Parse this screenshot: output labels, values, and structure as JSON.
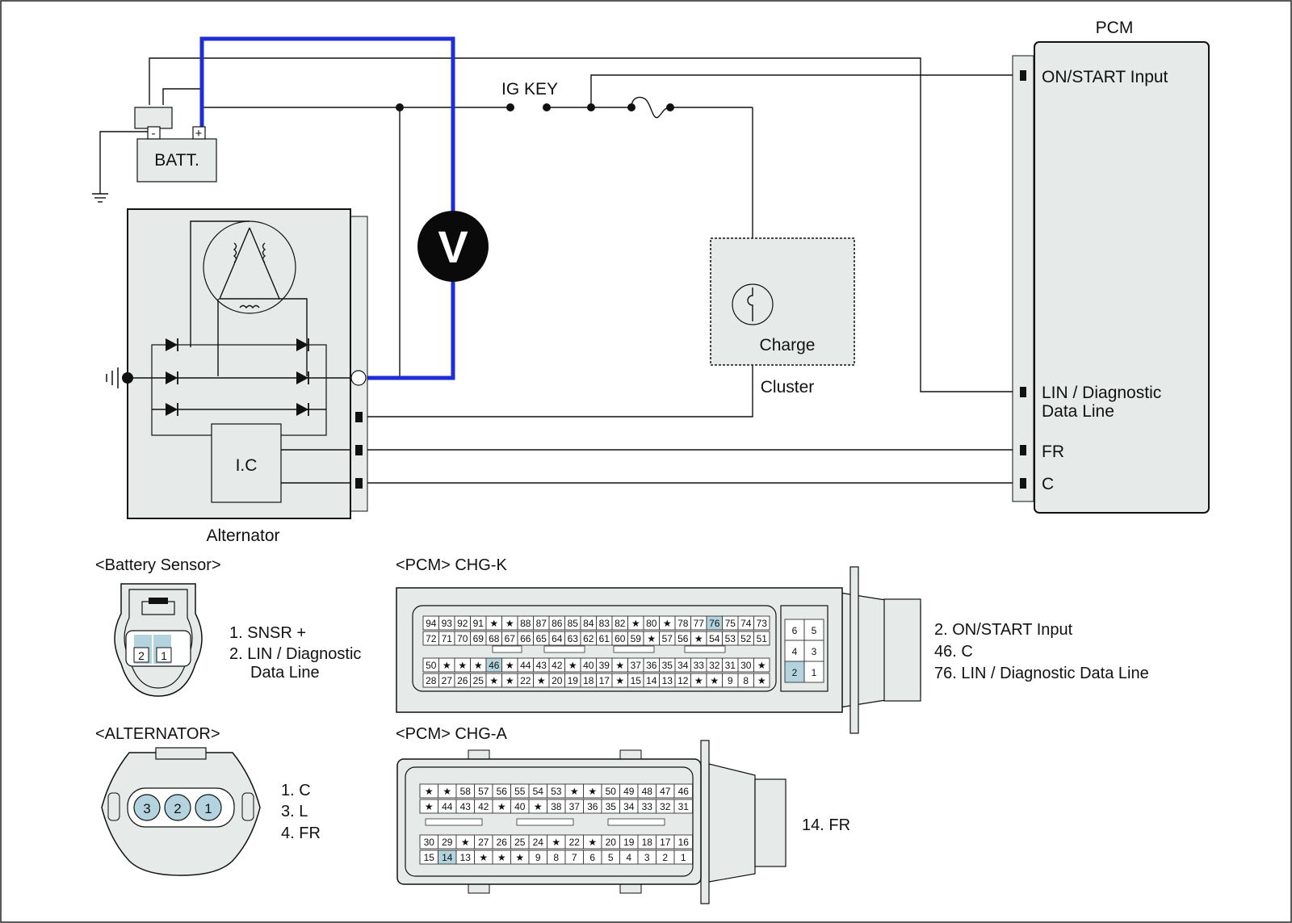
{
  "labels": {
    "pcm": "PCM",
    "batt": "BATT.",
    "batt_minus": "-",
    "batt_plus": "+",
    "ig_key": "IG KEY",
    "voltmeter": "V",
    "on_start": "ON/START Input",
    "lin_1": "LIN / Diagnostic",
    "lin_2": "Data Line",
    "fr": "FR",
    "c": "C",
    "ic": "I.C",
    "alternator": "Alternator",
    "charge": "Charge",
    "cluster": "Cluster"
  },
  "connectors": {
    "battery_sensor": {
      "title": "<Battery Sensor>",
      "pins": [
        "2",
        "1"
      ],
      "legend": [
        "1. SNSR +",
        "2. LIN / Diagnostic",
        "Data Line"
      ]
    },
    "alternator": {
      "title": "<ALTERNATOR>",
      "pins": [
        "3",
        "2",
        "1"
      ],
      "legend": [
        "1. C",
        "3. L",
        "4. FR"
      ]
    },
    "pcm_chg_k": {
      "title": "<PCM> CHG-K",
      "rows": [
        [
          "94",
          "93",
          "92",
          "91",
          "★",
          "★",
          "88",
          "87",
          "86",
          "85",
          "84",
          "83",
          "82",
          "★",
          "80",
          "★",
          "78",
          "77",
          "76",
          "75",
          "74",
          "73"
        ],
        [
          "72",
          "71",
          "70",
          "69",
          "68",
          "67",
          "66",
          "65",
          "64",
          "63",
          "62",
          "61",
          "60",
          "59",
          "★",
          "57",
          "56",
          "★",
          "54",
          "53",
          "52",
          "51"
        ],
        [
          "50",
          "★",
          "★",
          "★",
          "46",
          "★",
          "44",
          "43",
          "42",
          "★",
          "40",
          "39",
          "★",
          "37",
          "36",
          "35",
          "34",
          "33",
          "32",
          "31",
          "30",
          "★"
        ],
        [
          "28",
          "27",
          "26",
          "25",
          "★",
          "★",
          "22",
          "★",
          "20",
          "19",
          "18",
          "17",
          "★",
          "15",
          "14",
          "13",
          "12",
          "★",
          "★",
          "9",
          "8",
          "★"
        ]
      ],
      "small_block": [
        [
          "6",
          "5"
        ],
        [
          "4",
          "3"
        ],
        [
          "2",
          "1"
        ]
      ],
      "highlight": [
        "76",
        "46",
        "2"
      ],
      "legend": [
        "2. ON/START Input",
        "46. C",
        "76. LIN / Diagnostic Data Line"
      ]
    },
    "pcm_chg_a": {
      "title": "<PCM> CHG-A",
      "rows": [
        [
          "★",
          "★",
          "58",
          "57",
          "56",
          "55",
          "54",
          "53",
          "★",
          "★",
          "50",
          "49",
          "48",
          "47",
          "46"
        ],
        [
          "★",
          "44",
          "43",
          "42",
          "★",
          "40",
          "★",
          "38",
          "37",
          "36",
          "35",
          "34",
          "33",
          "32",
          "31"
        ],
        [
          "30",
          "29",
          "★",
          "27",
          "26",
          "25",
          "24",
          "★",
          "22",
          "★",
          "20",
          "19",
          "18",
          "17",
          "16"
        ],
        [
          "15",
          "14",
          "13",
          "★",
          "★",
          "★",
          "9",
          "8",
          "7",
          "6",
          "5",
          "4",
          "3",
          "2",
          "1"
        ]
      ],
      "highlight": [
        "14"
      ],
      "legend": [
        "14. FR"
      ]
    }
  }
}
